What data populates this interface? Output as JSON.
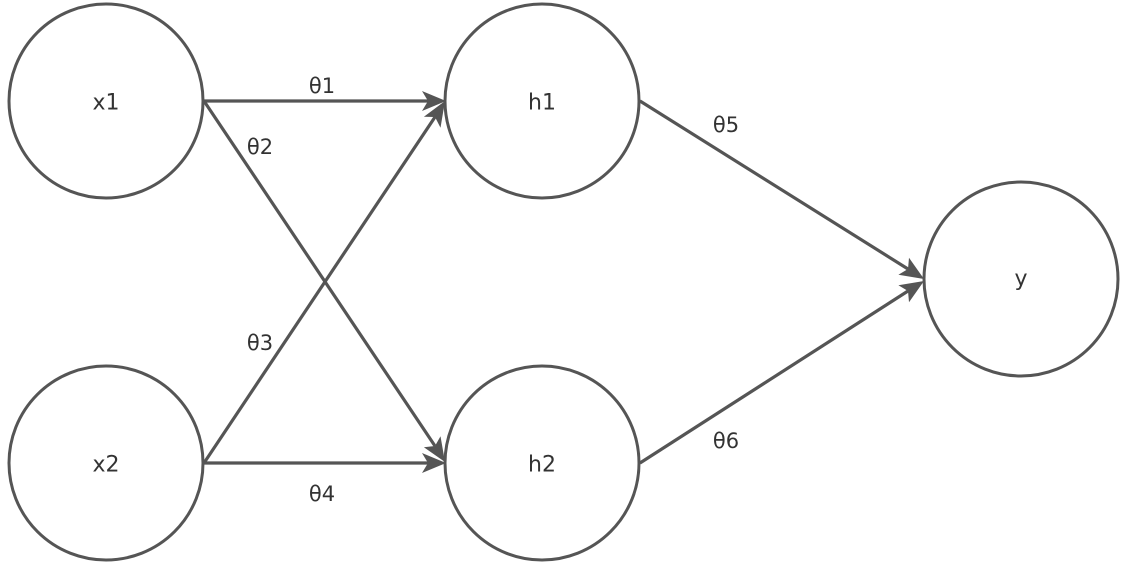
{
  "nodes": {
    "x1": "x1",
    "x2": "x2",
    "h1": "h1",
    "h2": "h2",
    "y": "y"
  },
  "edges": {
    "x1_h1": "θ1",
    "x1_h2": "θ2",
    "x2_h1": "θ3",
    "x2_h2": "θ4",
    "h1_y": "θ5",
    "h2_y": "θ6"
  },
  "colors": {
    "stroke": "#555555",
    "text": "#333333",
    "background": "#ffffff"
  }
}
